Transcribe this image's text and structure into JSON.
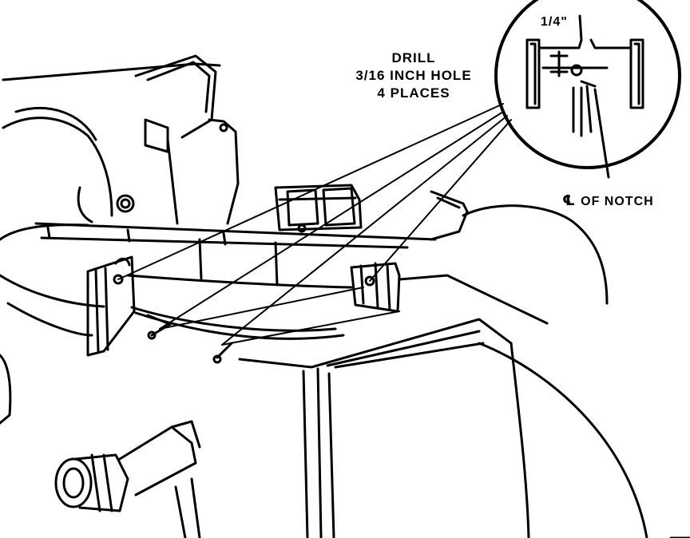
{
  "callout": {
    "drill_line1": "DRILL",
    "drill_line2": "3/16 INCH HOLE",
    "drill_line3": "4 PLACES"
  },
  "detail": {
    "dimension": "1/4\"",
    "centerline_symbol": "℄",
    "notch_label": "OF NOTCH"
  },
  "colors": {
    "ink": "#000000",
    "paper": "#ffffff"
  }
}
